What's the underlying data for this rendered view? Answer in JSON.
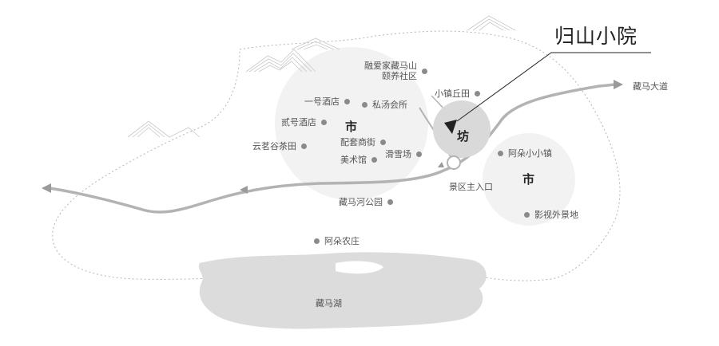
{
  "title": "归山小院",
  "road": "藏马大道",
  "lake": "藏马湖",
  "entrance": "景区主入口",
  "zones": {
    "market_left": "市",
    "market_right": "市",
    "fang": "坊"
  },
  "pois": {
    "rongai_line1": "融爱家藏马山",
    "rongai_line2": "颐养社区",
    "xiaozhen_qiutian": "小镇丘田",
    "yihao_jiudian": "一号酒店",
    "sitang_huisuo": "私汤会所",
    "erhao_jiudian": "贰号酒店",
    "yunming_chatian": "云茗谷茶田",
    "peitao_shangjie": "配套商街",
    "meishuguan": "美术馆",
    "huaxuechang": "滑雪场",
    "aduo_xiaozhen": "阿朵小小镇",
    "yingshi_jingdi": "影视外景地",
    "zangmahe_gongyuan": "藏马河公园",
    "aduo_nongzhuang": "阿朵农庄"
  },
  "colors": {
    "road": "#b3b3b3",
    "circle": "#f2f2f2",
    "fang_circle": "#d9d9d9",
    "lake": "#dcdcdc",
    "boundary": "#b0b0b0",
    "dot": "#8a8a8a",
    "marker": "#222222"
  }
}
